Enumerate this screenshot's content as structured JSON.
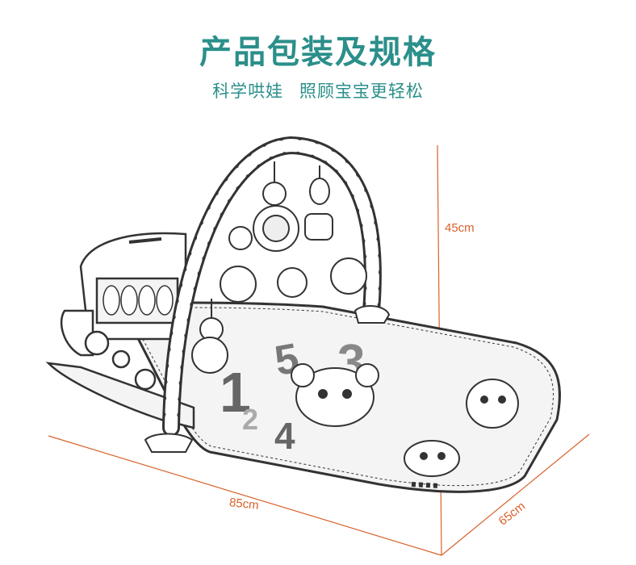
{
  "header": {
    "title": "产品包装及规格",
    "subtitle_part1": "科学哄娃",
    "subtitle_part2": "照顾宝宝更轻松"
  },
  "dimensions": {
    "height_label": "45cm",
    "width_label": "85cm",
    "depth_label": "65cm"
  },
  "mat_numbers": [
    "1",
    "5",
    "3",
    "2",
    "4"
  ],
  "colors": {
    "accent": "#2b8f8a",
    "dimension_line": "#d9622b",
    "outline": "#333333"
  }
}
